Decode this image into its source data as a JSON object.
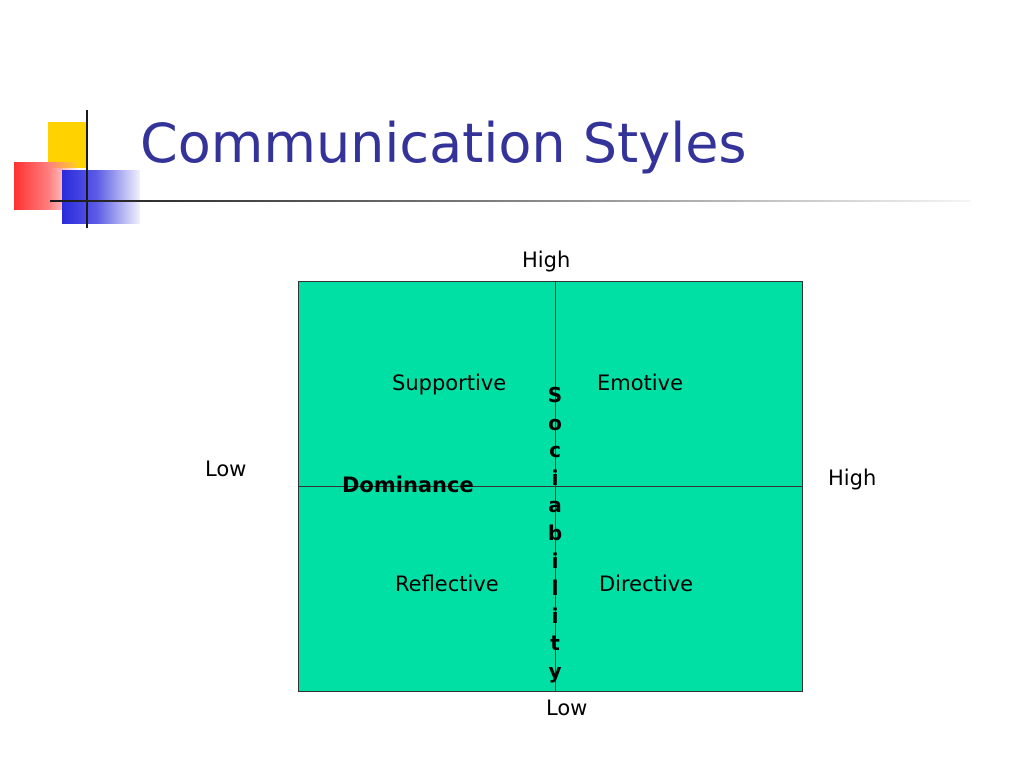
{
  "slide": {
    "title": "Communication Styles"
  },
  "diagram": {
    "vertical_axis": {
      "top_label": "High",
      "bottom_label": "Low",
      "name_letters": [
        "S",
        "o",
        "c",
        "i",
        "a",
        "b",
        "i",
        "l",
        "i",
        "t",
        "y"
      ]
    },
    "horizontal_axis": {
      "left_label": "Low",
      "right_label": "High",
      "name": "Dominance"
    },
    "quadrants": {
      "top_left": "Supportive",
      "top_right": "Emotive",
      "bottom_left": "Reflective",
      "bottom_right": "Directive"
    },
    "colors": {
      "fill": "#00e0a4",
      "title": "#33339a"
    }
  }
}
